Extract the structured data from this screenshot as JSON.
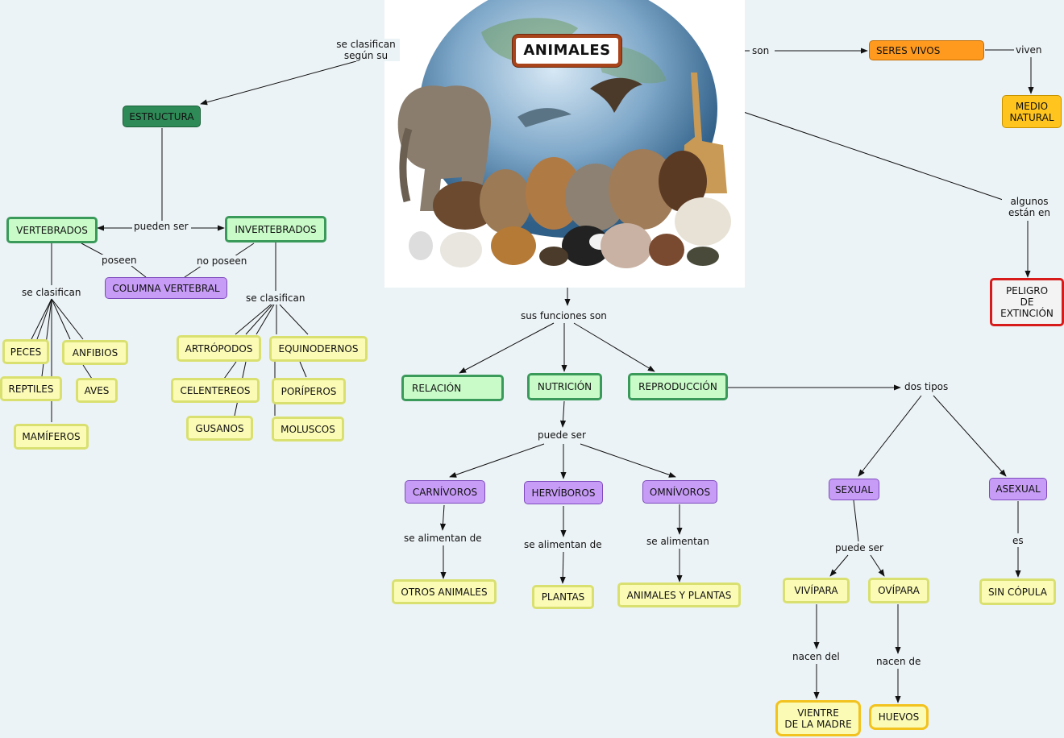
{
  "title": "ANIMALES",
  "colors": {
    "background": "#ecf3f6",
    "title_border": "#a8431a",
    "structure_node": "#2e8b57",
    "category_node": "#c8fbc8",
    "purple_node": "#c79cf7",
    "yellow_node": "#fbfbb6",
    "orange_node": "#ff9a1e",
    "gold_node": "#ffc41e",
    "red_border": "#d71a1a"
  },
  "image": {
    "icon": "animals-photo"
  },
  "nodes": {
    "estructura": "ESTRUCTURA",
    "vertebrados": "VERTEBRADOS",
    "invertebrados": "INVERTEBRADOS",
    "columna": "COLUMNA VERTEBRAL",
    "peces": "PECES",
    "anfibios": "ANFIBIOS",
    "reptiles": "REPTILES",
    "aves": "AVES",
    "mamiferos": "MAMÍFEROS",
    "artropodos": "ARTRÓPODOS",
    "equinodernos": "EQUINODERNOS",
    "celentereos": "CELENTEREOS",
    "poriferos": "PORÍPEROS",
    "gusanos": "GUSANOS",
    "moluscos": "MOLUSCOS",
    "seres_vivos": "SERES VIVOS",
    "medio_natural": "MEDIO\nNATURAL",
    "peligro": "PELIGRO\nDE\nEXTINCIÓN",
    "relacion": "RELACIÓN",
    "nutricion": "NUTRICIÓN",
    "reproduccion": "REPRODUCCIÓN",
    "carnivoros": "CARNÍVOROS",
    "herviboros": "HERVÍBOROS",
    "omnivoros": "OMNÍVOROS",
    "otros_animales": "OTROS ANIMALES",
    "plantas": "PLANTAS",
    "animales_y_plantas": "ANIMALES Y PLANTAS",
    "sexual": "SEXUAL",
    "asexual": "ASEXUAL",
    "vivipara": "VIVÍPARA",
    "ovipara": "OVÍPARA",
    "sin_copula": "SIN CÓPULA",
    "vientre": "VIENTRE\nDE LA MADRE",
    "huevos": "HUEVOS"
  },
  "links": {
    "se_clasifican_segun": "se clasifican\nsegún su",
    "son": "son",
    "viven": "viven",
    "algunos_estan_en": "algunos\nestán en",
    "pueden_ser": "pueden ser",
    "poseen": "poseen",
    "no_poseen": "no poseen",
    "se_clasifican_1": "se clasifican",
    "se_clasifican_2": "se clasifican",
    "sus_funciones_son": "sus funciones son",
    "dos_tipos": "dos tipos",
    "puede_ser_1": "puede ser",
    "puede_ser_2": "puede ser",
    "se_alimentan_de_1": "se alimentan de",
    "se_alimentan_de_2": "se alimentan de",
    "se_alimentan": "se alimentan",
    "es": "es",
    "nacen_del": "nacen del",
    "nacen_de": "nacen de"
  }
}
